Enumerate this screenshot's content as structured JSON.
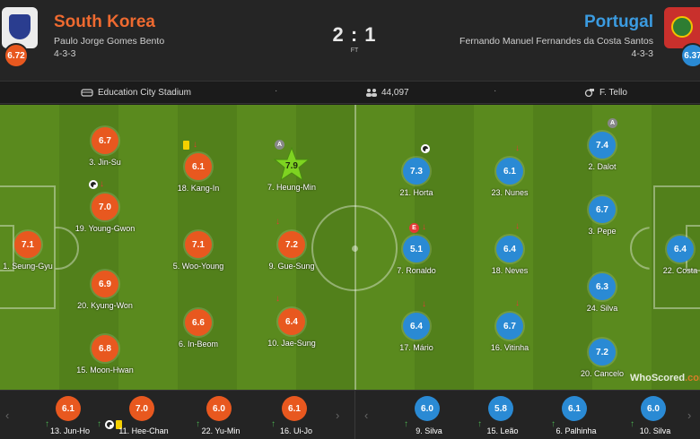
{
  "home": {
    "name": "South Korea",
    "manager": "Paulo Jorge Gomes Bento",
    "formation": "4-3-3",
    "rating": "6.72",
    "color": "#e8581f"
  },
  "away": {
    "name": "Portugal",
    "manager": "Fernando Manuel Fernandes da Costa Santos",
    "formation": "4-3-3",
    "rating": "6.37",
    "color": "#2a8ad4"
  },
  "match": {
    "score": "2 : 1",
    "status": "FT"
  },
  "info": {
    "stadium": "Education City Stadium",
    "attendance": "44,097",
    "referee": "F. Tello",
    "separator": "·"
  },
  "home_players": [
    {
      "rating": "7.1",
      "name": "1. Seung-Gyu"
    },
    {
      "rating": "6.7",
      "name": "3. Jin-Su"
    },
    {
      "rating": "7.0",
      "name": "19. Young-Gwon"
    },
    {
      "rating": "6.9",
      "name": "20. Kyung-Won"
    },
    {
      "rating": "6.8",
      "name": "15. Moon-Hwan"
    },
    {
      "rating": "6.1",
      "name": "18. Kang-In"
    },
    {
      "rating": "7.1",
      "name": "5. Woo-Young"
    },
    {
      "rating": "6.6",
      "name": "6. In-Beom"
    },
    {
      "rating": "7.9",
      "name": "7. Heung-Min"
    },
    {
      "rating": "7.2",
      "name": "9. Gue-Sung"
    },
    {
      "rating": "6.4",
      "name": "10. Jae-Sung"
    }
  ],
  "away_players": [
    {
      "rating": "7.3",
      "name": "21. Horta"
    },
    {
      "rating": "5.1",
      "name": "7. Ronaldo"
    },
    {
      "rating": "6.4",
      "name": "17. Mário"
    },
    {
      "rating": "6.1",
      "name": "23. Nunes"
    },
    {
      "rating": "6.4",
      "name": "18. Neves"
    },
    {
      "rating": "6.7",
      "name": "16. Vitinha"
    },
    {
      "rating": "7.4",
      "name": "2. Dalot"
    },
    {
      "rating": "6.7",
      "name": "3. Pepe"
    },
    {
      "rating": "6.3",
      "name": "24. Silva"
    },
    {
      "rating": "7.2",
      "name": "20. Cancelo"
    },
    {
      "rating": "6.4",
      "name": "22. Costa"
    }
  ],
  "event_labels": {
    "assist": "A",
    "error": "E",
    "sub_out": "↓",
    "sub_in": "↑"
  },
  "icons": {
    "stadium": "stadium-icon",
    "attendance": "attendance-icon",
    "referee": "whistle-icon",
    "nav_left": "‹",
    "nav_right": "›"
  },
  "home_subs": [
    {
      "rating": "6.1",
      "name": "13. Jun-Ho"
    },
    {
      "rating": "7.0",
      "name": "11. Hee-Chan"
    },
    {
      "rating": "6.0",
      "name": "22. Yu-Min"
    },
    {
      "rating": "6.1",
      "name": "16. Ui-Jo"
    }
  ],
  "away_subs": [
    {
      "rating": "6.0",
      "name": "9. Silva"
    },
    {
      "rating": "5.8",
      "name": "15. Leão"
    },
    {
      "rating": "6.1",
      "name": "6. Palhinha"
    },
    {
      "rating": "6.0",
      "name": "10. Silva"
    }
  ],
  "watermark": {
    "part1": "WhoScored",
    "part2": ".com"
  }
}
